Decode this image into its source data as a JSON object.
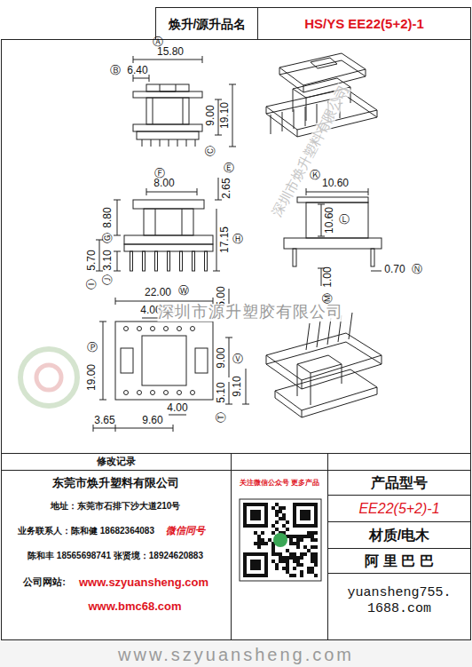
{
  "diagram": {
    "nodes": [
      {
        "text": [
          "焕升/源升品名"
        ]
      },
      {
        "text": [
          "HS/YS EE22(5+2)-1"
        ]
      },
      {
        "text": [
          "修改记录"
        ]
      },
      {
        "text": [
          "东莞市焕升塑料有限公司",
          "地址：东莞市石排下沙大道210号",
          "业务联系人：陈和健 18682364083",
          "微信同号",
          "陈和丰 18565698741 张贤境：18924620883",
          "公司网站:",
          "www.szyuansheng.com",
          "www.bmc68.com"
        ]
      },
      {
        "text": [
          "关注微信公众号 更多产品"
        ]
      },
      {
        "text": [
          "产品型号"
        ]
      },
      {
        "text": [
          "EE22(5+2)-1"
        ]
      },
      {
        "text": [
          "材质/电木"
        ]
      },
      {
        "text": [
          "阿 里 巴 巴"
        ]
      },
      {
        "text": [
          "yuansheng755.",
          "1688.com"
        ]
      }
    ],
    "labels": [
      "Ⓐ",
      "15.80",
      "Ⓑ",
      "6.40",
      "Ⓒ",
      "9.00",
      "19.10",
      "Ⓕ",
      "8.00",
      "Ⓔ",
      "2.65",
      "Ⓖ",
      "8.80",
      "Ⓗ",
      "17.15",
      "Ⓘ",
      "5.70",
      "Ⓙ",
      "3.10",
      "Ⓚ",
      "10.60",
      "Ⓛ",
      "10.60",
      "Ⓜ",
      "1.00",
      "0.70",
      "Ⓝ",
      "22.00",
      "Ⓦ",
      "4.00",
      "Ⓧ",
      "5.00",
      "Ⓟ",
      "19.00",
      "9.00",
      "Ⓣ",
      "5.10",
      "Ⓥ",
      "9.10",
      "4.00",
      "3.65",
      "9.60",
      "深圳市源升塑胶有限公司",
      "深圳市焕升塑料有限公司",
      "www.szyuansheng.com"
    ]
  }
}
